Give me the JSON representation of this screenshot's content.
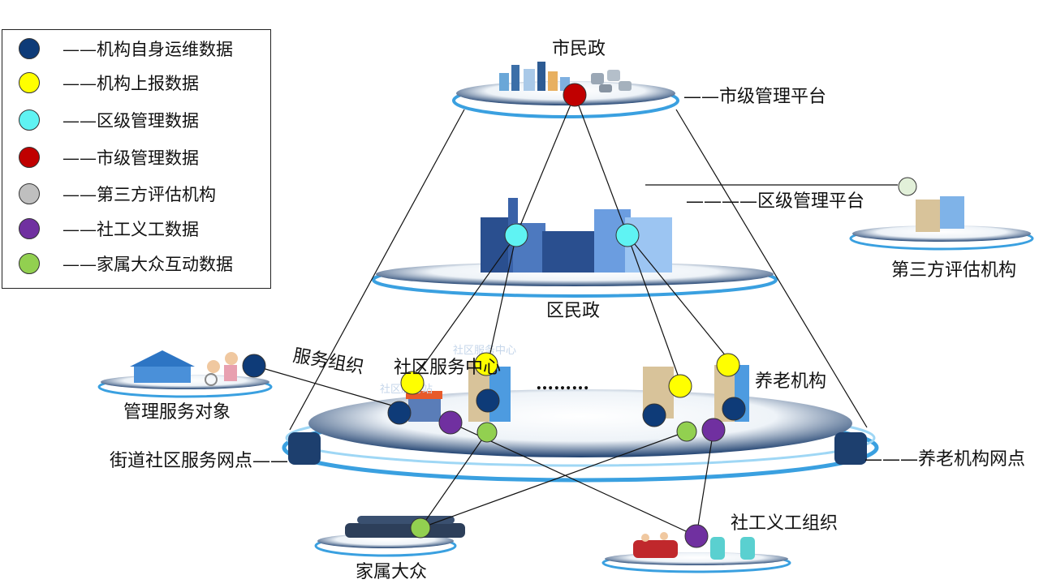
{
  "legend": {
    "items": [
      {
        "label": "——机构自身运维数据",
        "color": "#0e3b78"
      },
      {
        "label": "——机构上报数据",
        "color": "#ffff00"
      },
      {
        "label": "——区级管理数据",
        "color": "#5ff3f3"
      },
      {
        "label": "——市级管理数据",
        "color": "#c00000"
      },
      {
        "label": "——第三方评估机构",
        "color": "#bfbfbf"
      },
      {
        "label": "——社工义工数据",
        "color": "#7030a0"
      },
      {
        "label": "——家属大众互动数据",
        "color": "#92d050"
      }
    ]
  },
  "labels": {
    "city_civil": "市民政",
    "city_platform": "——市级管理平台",
    "district_platform": "————区级管理平台",
    "third_party": "第三方评估机构",
    "district_civil": "区民政",
    "service_org": "服务组织",
    "community_center": "社区服务中心",
    "ellipsis": "………",
    "elderly_institution": "养老机构",
    "service_objects": "管理服务对象",
    "street_points": "街道社区服务网点——",
    "elderly_points": "———养老机构网点",
    "social_workers": "社工义工组织",
    "family_public": "家属大众",
    "watermark_center": "社区服务中心",
    "watermark_station": "社区服务站"
  },
  "colors": {
    "navy": "#0e3b78",
    "yellow": "#ffff00",
    "cyan": "#5ff3f3",
    "red": "#c00000",
    "purple": "#7030a0",
    "green": "#92d050",
    "third_party_dot": "#e2f0d9"
  }
}
